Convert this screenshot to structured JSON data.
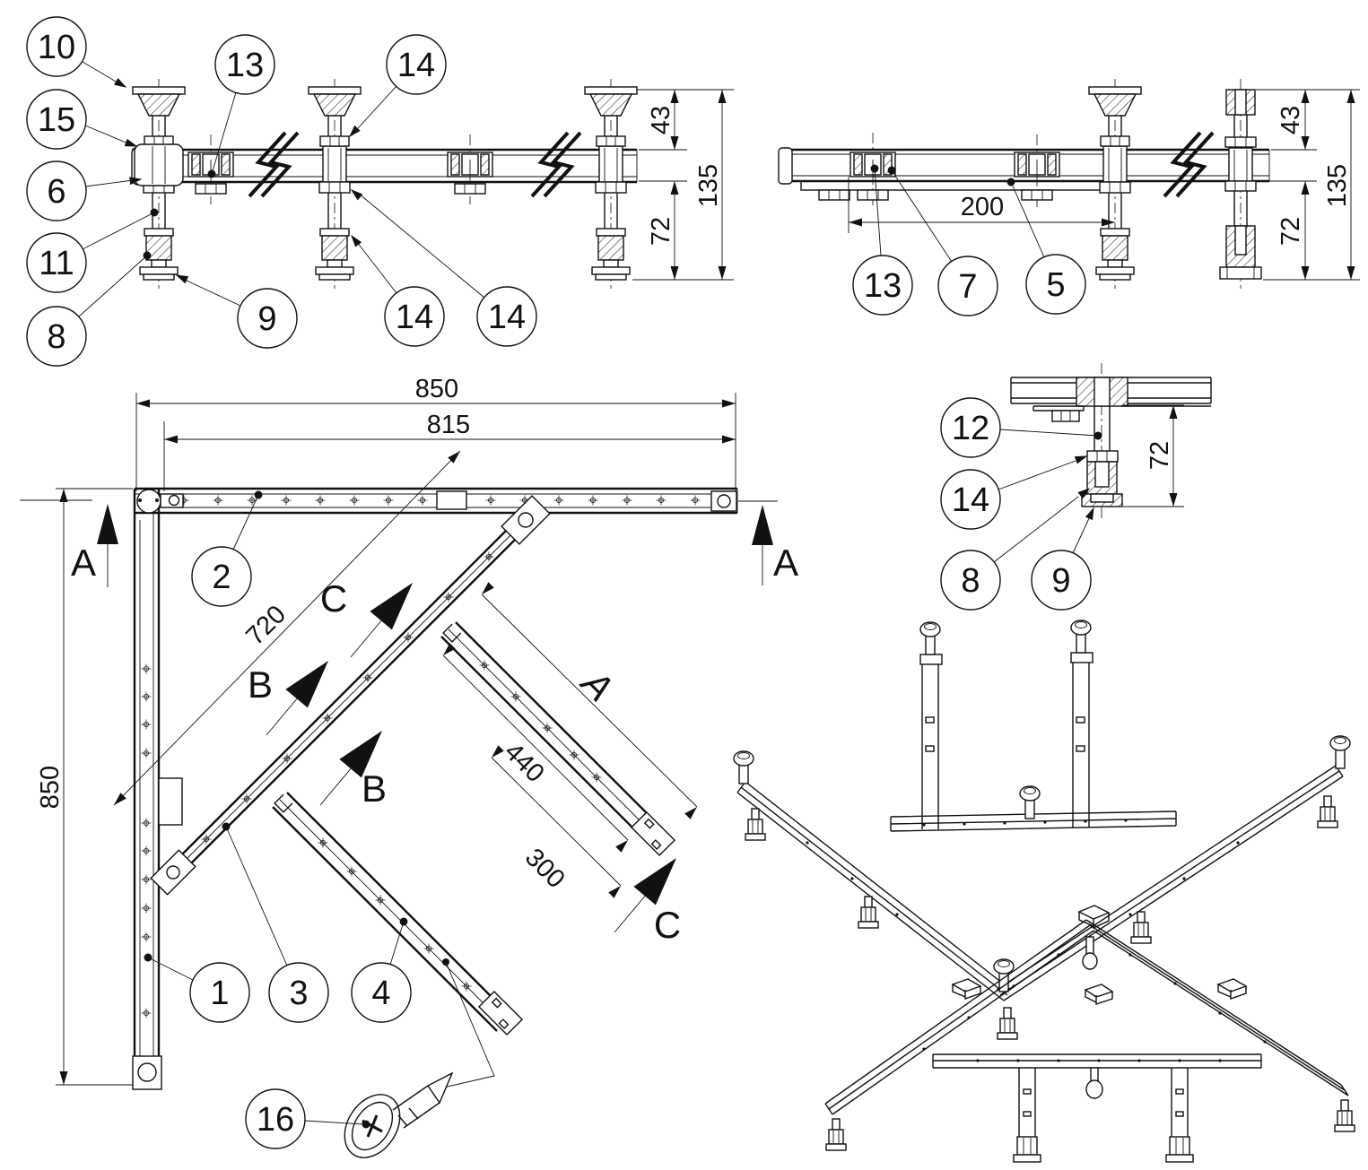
{
  "balloons": {
    "1": "1",
    "2": "2",
    "3": "3",
    "4": "4",
    "5": "5",
    "6": "6",
    "7": "7",
    "8": "8",
    "9": "9",
    "10": "10",
    "11": "11",
    "12": "12",
    "13": "13",
    "14": "14",
    "15": "15",
    "16": "16"
  },
  "dims": {
    "overall_width": "850",
    "inner_width": "815",
    "overall_height": "850",
    "diagonal_rail": "720",
    "cross_rail_long": "440",
    "cross_rail_short": "300",
    "block_spacing": "200",
    "top_offset": "43",
    "foot_height": "72",
    "total_height": "135"
  },
  "sections": {
    "a": "A",
    "b": "B",
    "c": "C"
  }
}
